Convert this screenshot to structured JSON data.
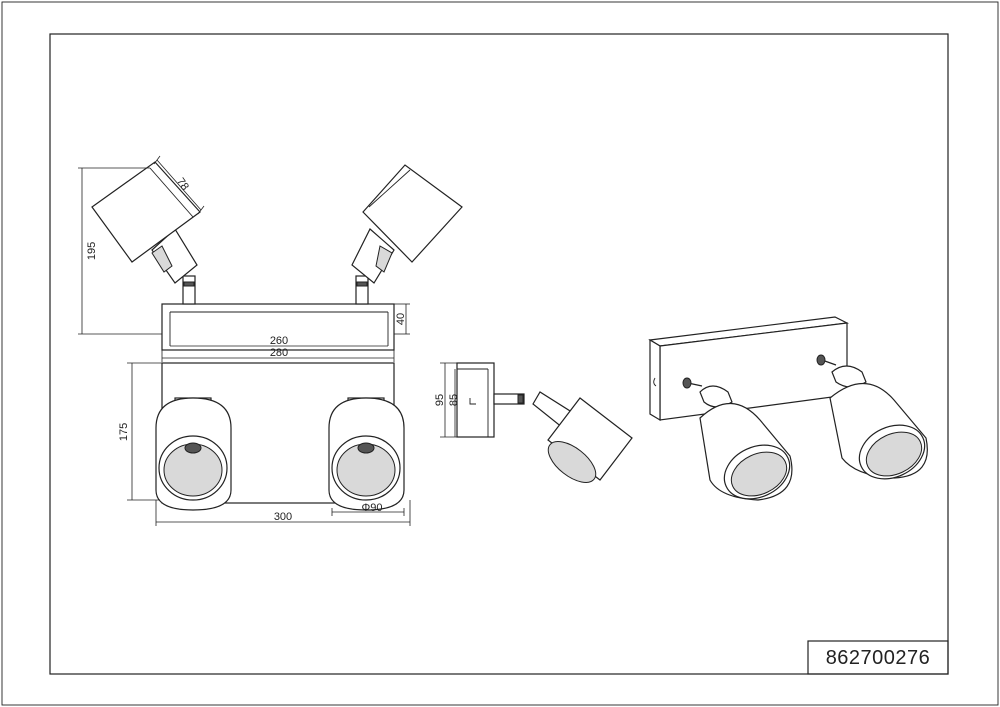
{
  "part_number": "862700276",
  "dimensions": {
    "shade_depth": "78",
    "overall_height": "195",
    "base_height": "40",
    "base_inner_width": "260",
    "base_width": "280",
    "projection": "175",
    "overall_width": "300",
    "shade_diameter": "Φ90",
    "side_height": "95",
    "side_inner_height": "85"
  }
}
